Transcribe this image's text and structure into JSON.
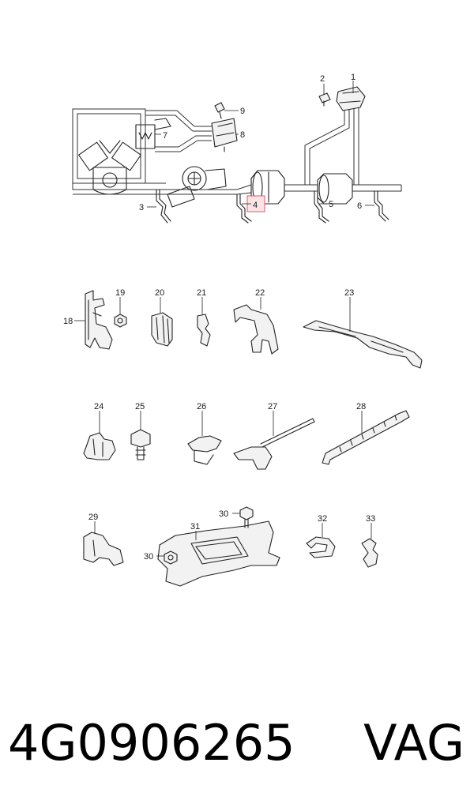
{
  "callouts": {
    "c1": "1",
    "c2": "2",
    "c3": "3",
    "c4": "4",
    "c5": "5",
    "c6": "6",
    "c7": "7",
    "c8": "8",
    "c9": "9",
    "c18": "18",
    "c19": "19",
    "c20": "20",
    "c21": "21",
    "c22": "22",
    "c23": "23",
    "c24": "24",
    "c25": "25",
    "c26": "26",
    "c27": "27",
    "c28": "28",
    "c29": "29",
    "c30a": "30",
    "c30b": "30",
    "c31": "31",
    "c32": "32",
    "c33": "33"
  },
  "highlight_color": "#e05a6b",
  "footer": {
    "part_number": "4G0906265",
    "brand": "VAG"
  }
}
